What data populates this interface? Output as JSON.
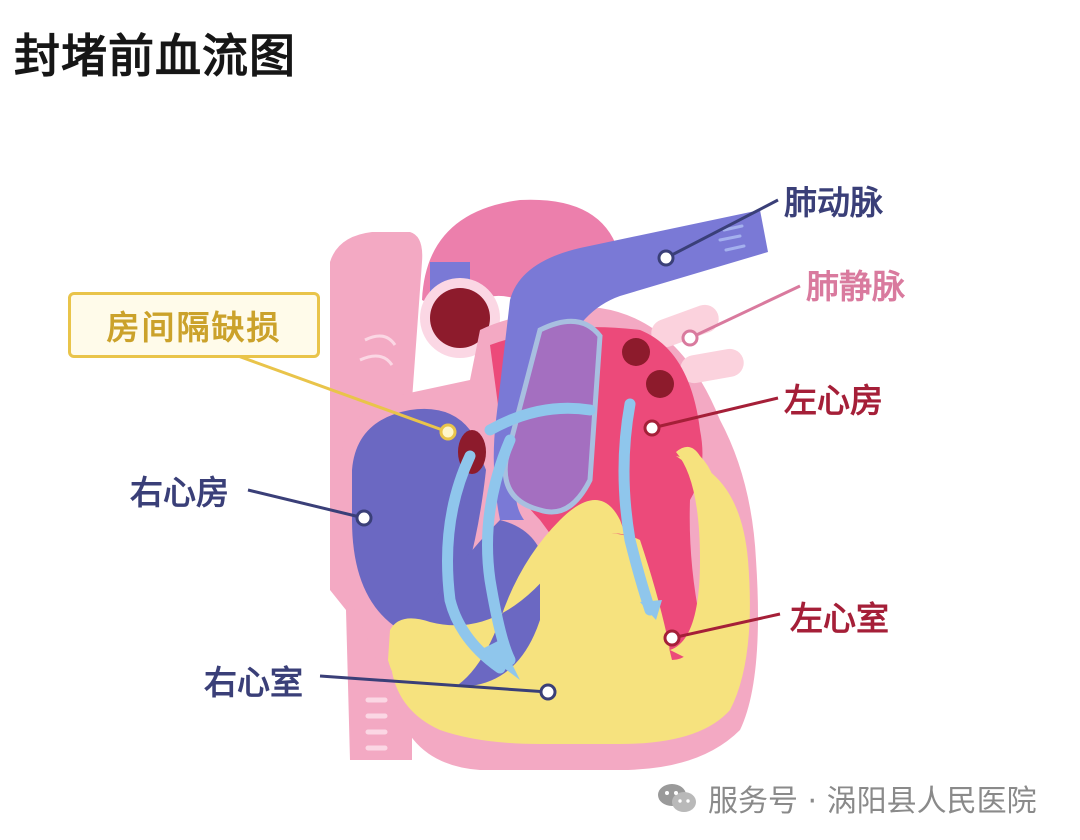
{
  "title": "封堵前血流图",
  "labels": {
    "pulmonary_artery": "肺动脉",
    "pulmonary_vein": "肺静脉",
    "left_atrium": "左心房",
    "right_atrium": "右心房",
    "left_ventricle": "左心室",
    "right_ventricle": "右心室",
    "asd": "房间隔缺损"
  },
  "footer": {
    "text": "服务号 · 涡阳县人民医院",
    "icon": "wechat-icon"
  },
  "colors": {
    "navy_label": "#3a3f78",
    "pink_label": "#d97a9e",
    "red_label": "#a51f38",
    "asd_box": "#e9c44a",
    "blue_chamber": "#6b68c2",
    "red_chamber": "#ec4a7a",
    "yellow_muscle": "#f6e27e",
    "outer_pink": "#f3a9c3",
    "flow_arrow": "#8fc6ec"
  }
}
